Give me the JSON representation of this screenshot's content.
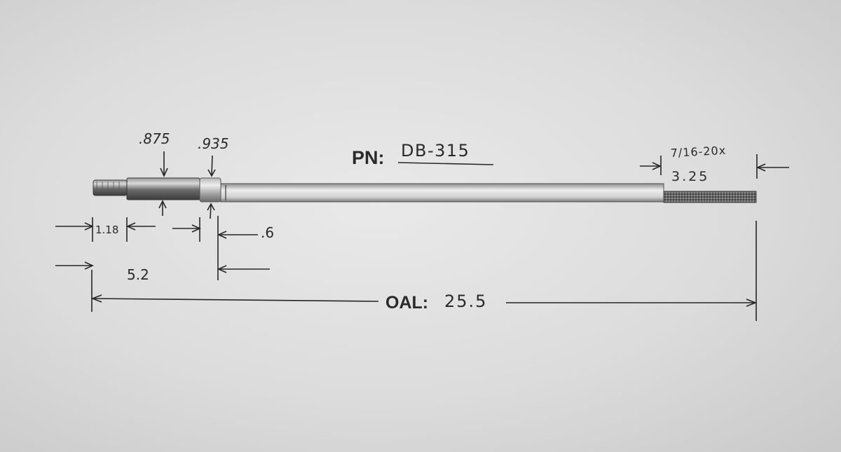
{
  "part_number": {
    "label": "PN:",
    "value": "DB-315"
  },
  "dimensions": {
    "head_diameter": ".875",
    "collar_diameter": ".935",
    "hex_length": "1.18",
    "head_length": "5.2",
    "collar_length": ".6",
    "thread_spec": "7/16-20x",
    "thread_length": "3.25",
    "overall_length_label": "OAL:",
    "overall_length_value": "25.5"
  },
  "colors": {
    "ink": "#262626",
    "part_body": "#6e6e6e",
    "part_highlight": "#d8d8d8",
    "thread": "#5a5a5a"
  }
}
